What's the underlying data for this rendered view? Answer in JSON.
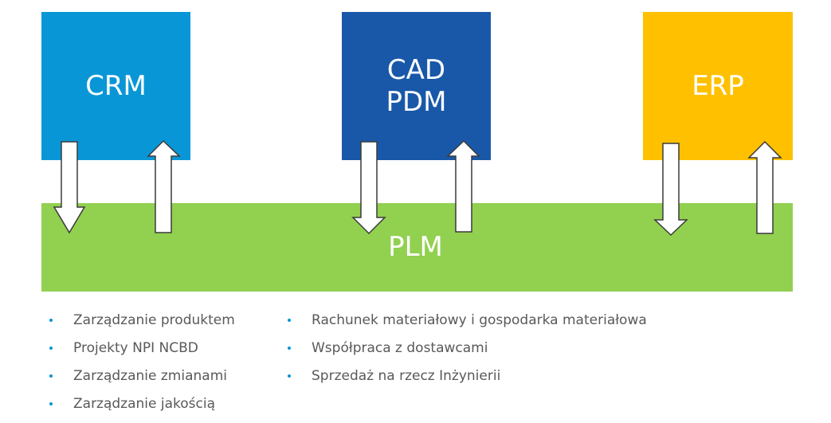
{
  "colors": {
    "crm": "#0996D6",
    "cad": "#1958A8",
    "erp": "#FFC000",
    "plm": "#92D050",
    "bullet": "#0996D6",
    "text": "#595959"
  },
  "systems": {
    "crm": {
      "label": "CRM"
    },
    "cad": {
      "line1": "CAD",
      "line2": "PDM"
    },
    "erp": {
      "label": "ERP"
    },
    "plm": {
      "label": "PLM"
    }
  },
  "arrows": [
    {
      "system": "CRM",
      "direction": "down"
    },
    {
      "system": "CRM",
      "direction": "up"
    },
    {
      "system": "CAD PDM",
      "direction": "down"
    },
    {
      "system": "CAD PDM",
      "direction": "up"
    },
    {
      "system": "ERP",
      "direction": "down"
    },
    {
      "system": "ERP",
      "direction": "up"
    }
  ],
  "features_left": [
    "Zarządzanie produktem",
    "Projekty NPI NCBD",
    "Zarządzanie zmianami",
    "Zarządzanie jakością"
  ],
  "features_right": [
    "Rachunek materiałowy i gospodarka materiałowa",
    "Współpraca z dostawcami",
    "Sprzedaż na rzecz Inżynierii"
  ]
}
